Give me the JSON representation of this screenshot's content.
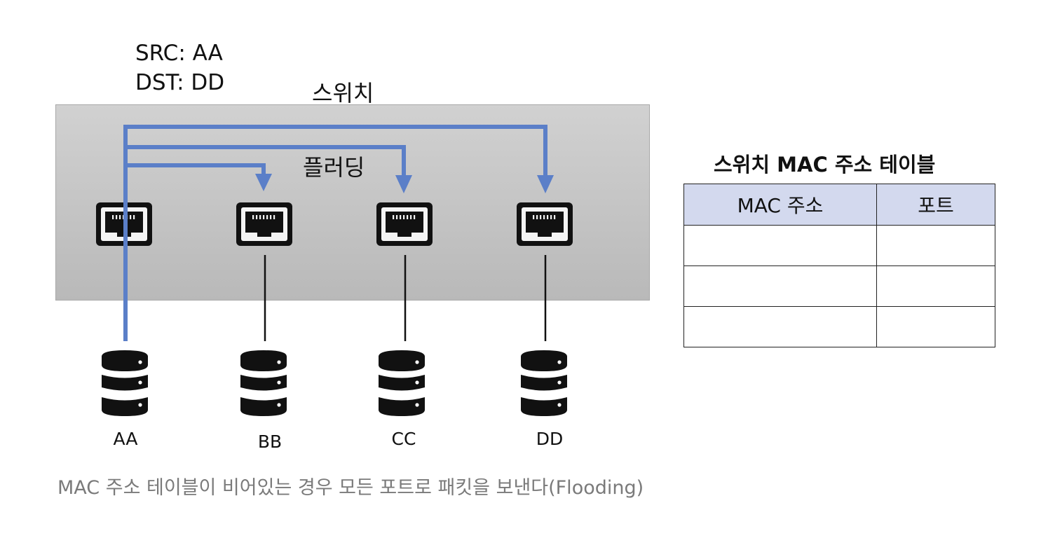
{
  "packet": {
    "src": "SRC: AA",
    "dst": "DST: DD"
  },
  "switch": {
    "title": "스위치",
    "flood_label": "플러딩"
  },
  "hosts": [
    "AA",
    "BB",
    "CC",
    "DD"
  ],
  "mac_table": {
    "title": "스위치 MAC 주소 테이블",
    "headers": [
      "MAC 주소",
      "포트"
    ],
    "rows": [
      [
        "",
        ""
      ],
      [
        "",
        ""
      ],
      [
        "",
        ""
      ]
    ]
  },
  "caption": "MAC 주소 테이블이 비어있는 경우 모든 포트로 패킷을 보낸다(Flooding)",
  "colors": {
    "flood_arrow": "#5b7fc8",
    "table_header_bg": "#d3d9ee",
    "switch_bg": "#c6c6c6"
  },
  "icons": {
    "port": "ethernet-port-icon",
    "host": "server-database-icon"
  }
}
